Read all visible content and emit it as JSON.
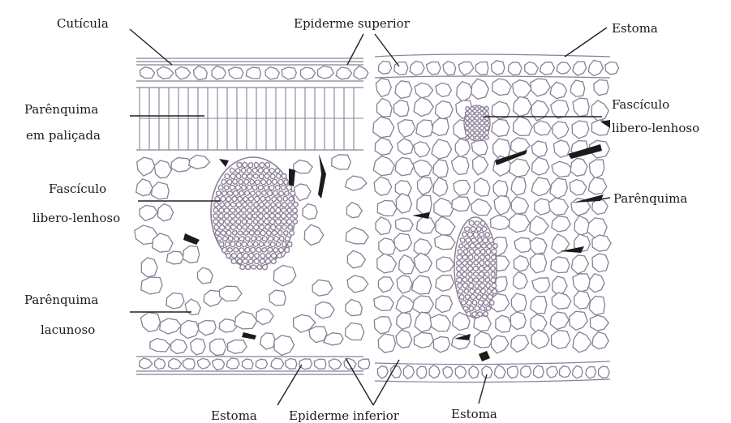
{
  "figure": {
    "labels": {
      "cuticula": "Cutícula",
      "epiderme_superior": "Epiderme superior",
      "estoma_top": "Estoma",
      "parenquima_palicada_1": "Parênquima",
      "parenquima_palicada_2": "em paliçada",
      "fasciculo_left_1": "Fascículo",
      "fasciculo_left_2": "libero-lenhoso",
      "fasciculo_right_1": "Fascículo",
      "fasciculo_right_2": "libero-lenhoso",
      "parenquima_right": "Parênquima",
      "parenquima_lacunoso_1": "Parênquima",
      "parenquima_lacunoso_2": "lacunoso",
      "estoma_bottom_left": "Estoma",
      "epiderme_inferior": "Epiderme inferior",
      "estoma_bottom_right": "Estoma"
    },
    "colors": {
      "cell_wall": "#8a7f96",
      "label_text": "#1a1a1a",
      "background": "#ffffff"
    }
  }
}
